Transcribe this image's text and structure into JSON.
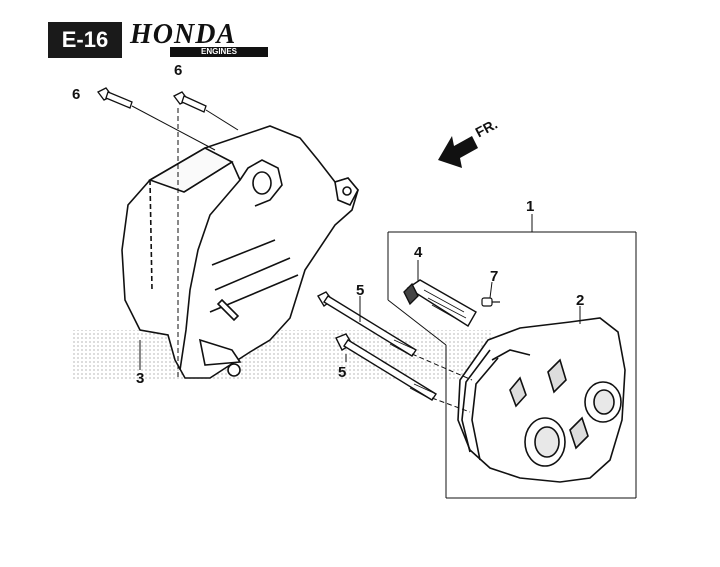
{
  "header": {
    "page_code": "E-16",
    "brand": "HONDA",
    "brand_sub": "ENGINES"
  },
  "direction": {
    "label": "FR."
  },
  "callouts": {
    "c1": "1",
    "c2": "2",
    "c3": "3",
    "c4": "4",
    "c5a": "5",
    "c5b": "5",
    "c6a": "6",
    "c6b": "6",
    "c7": "7"
  },
  "colors": {
    "ink": "#111111",
    "watermark_dots": "#c8c8c8",
    "part_fill": "#ffffff"
  }
}
